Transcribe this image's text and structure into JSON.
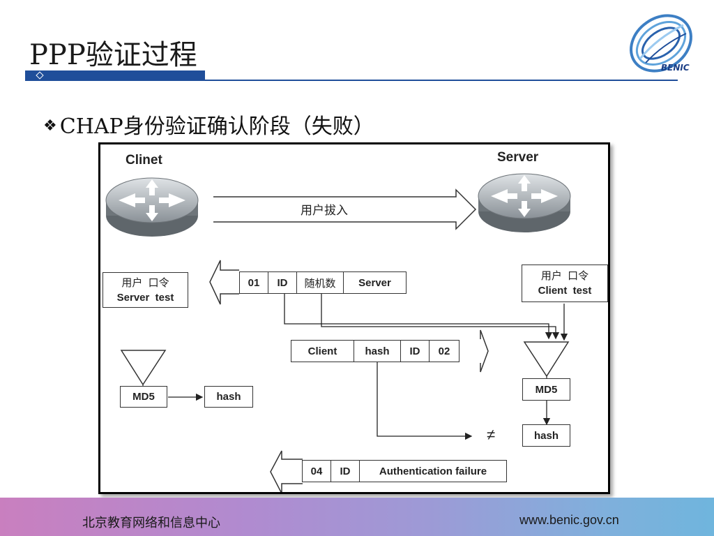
{
  "slide": {
    "title": "PPP验证过程",
    "bullet": "CHAP身份验证确认阶段（失败）",
    "logo_text": "BENIC"
  },
  "diagram": {
    "client_label": "Clinet",
    "server_label": "Server",
    "dial_label": "用户拔入",
    "client_credentials": [
      "用户  口令",
      "Server  test"
    ],
    "server_credentials": [
      "用户  口令",
      "Client  test"
    ],
    "challenge_packet": [
      "01",
      "ID",
      "随机数",
      "Server"
    ],
    "response_packet": [
      "Client",
      "hash",
      "ID",
      "02"
    ],
    "failure_packet": [
      "04",
      "ID",
      "Authentication failure"
    ],
    "client_md5": "MD5",
    "client_hash": "hash",
    "server_md5": "MD5",
    "server_hash": "hash",
    "not_equal": "≠"
  },
  "footer": {
    "org": "北京教育网络和信息中心",
    "url": "www.benic.gov.cn"
  }
}
